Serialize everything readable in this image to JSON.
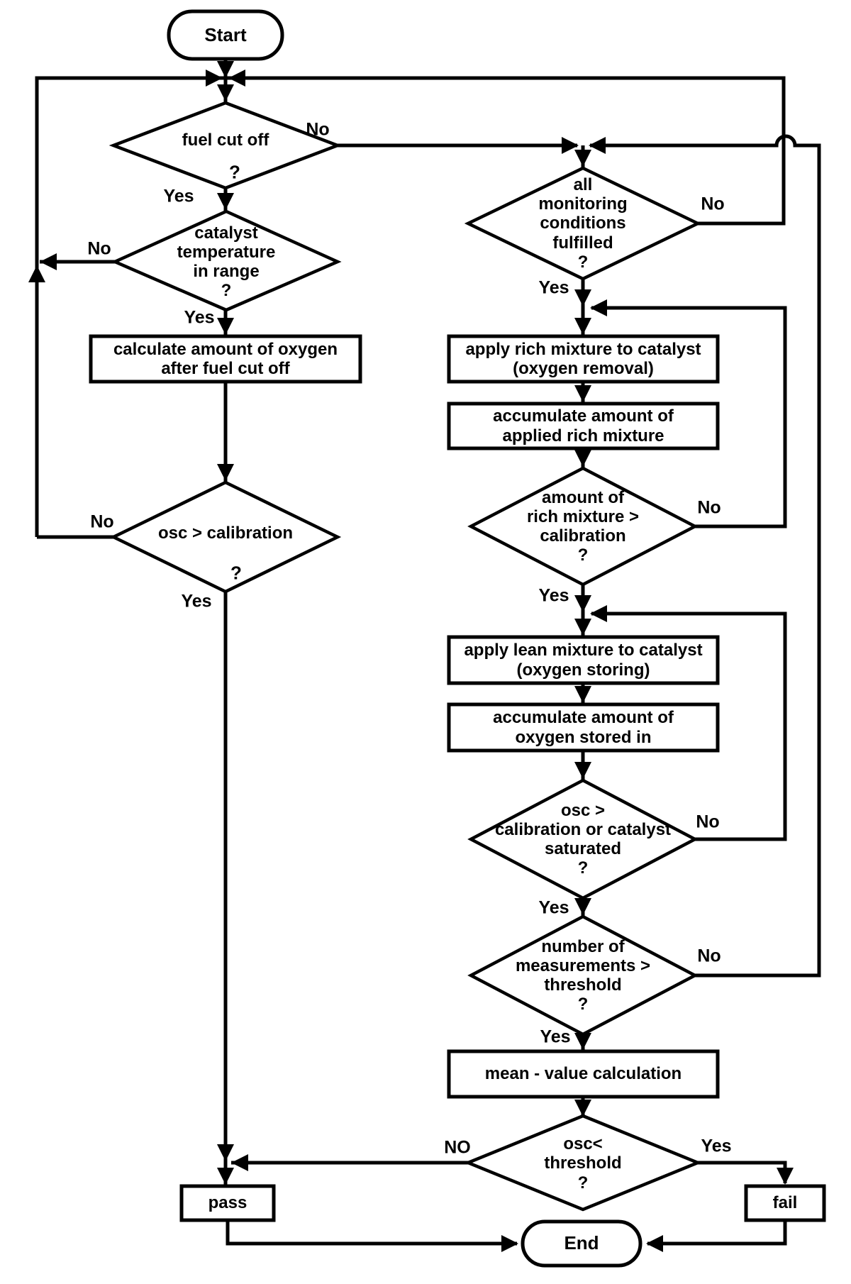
{
  "diagram_type": "flowchart",
  "colors": {
    "line": "#000000",
    "background": "#ffffff"
  },
  "nodes": {
    "start": {
      "label": "Start"
    },
    "fuel_cut_off": {
      "label": "fuel cut off",
      "question_mark": "?"
    },
    "catalyst_temperature": {
      "label": "catalyst\ntemperature\nin range\n?"
    },
    "calculate_oxygen": {
      "label": "calculate amount of oxygen\nafter fuel cut off"
    },
    "osc_calibration": {
      "label": "osc > calibration",
      "question_mark": "?"
    },
    "monitoring_conditions": {
      "label": "all\nmonitoring\nconditions\nfulfilled\n?"
    },
    "apply_rich_mixture": {
      "label": "apply rich mixture to catalyst\n(oxygen removal)"
    },
    "accumulate_rich_mixture": {
      "label": "accumulate amount of\napplied rich mixture"
    },
    "rich_mixture_gt_calibration": {
      "label": "amount of\nrich mixture >\ncalibration\n?"
    },
    "apply_lean_mixture": {
      "label": "apply lean mixture to catalyst\n(oxygen storing)"
    },
    "accumulate_oxygen_stored": {
      "label": "accumulate amount of\noxygen stored in"
    },
    "osc_or_catalyst_saturated": {
      "label": "osc >\ncalibration or catalyst\nsaturated\n?"
    },
    "number_of_measurements": {
      "label": "number of\nmeasurements >\nthreshold\n?"
    },
    "mean_value_calculation": {
      "label": "mean - value calculation"
    },
    "osc_lt_threshold": {
      "label": "osc<\nthreshold\n?"
    },
    "pass": {
      "label": "pass"
    },
    "fail": {
      "label": "fail"
    },
    "end": {
      "label": "End"
    }
  },
  "edge_labels": {
    "fuel_no": "No",
    "fuel_yes": "Yes",
    "catalyst_no": "No",
    "catalyst_yes": "Yes",
    "osc_no": "No",
    "osc_yes": "Yes",
    "monitoring_no": "No",
    "monitoring_yes": "Yes",
    "rich_no": "No",
    "rich_yes": "Yes",
    "osc_saturated_no": "No",
    "osc_saturated_yes": "Yes",
    "measurements_no": "No",
    "measurements_yes": "Yes",
    "final_no": "NO",
    "final_yes": "Yes"
  }
}
